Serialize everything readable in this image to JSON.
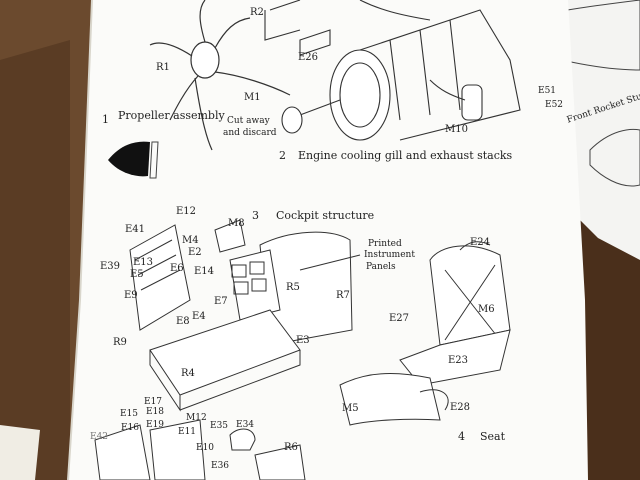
{
  "page_left": {
    "step1": {
      "number": "1",
      "caption": "Propeller assembly",
      "parts": [
        "R1",
        "M1"
      ]
    },
    "step2": {
      "number": "2",
      "caption": "Engine cooling gill and exhaust stacks",
      "note_line1": "Cut away",
      "note_line2": "and discard",
      "parts": [
        "R2",
        "E26",
        "M10"
      ]
    },
    "step3": {
      "number": "3",
      "caption": "Cockpit structure",
      "panel_note_line1": "Printed",
      "panel_note_line2": "Instrument",
      "panel_note_line3": "Panels",
      "parts": [
        "E12",
        "M8",
        "E41",
        "M4",
        "E2",
        "E39",
        "E13",
        "E6",
        "E5",
        "E14",
        "E9",
        "E7",
        "R5",
        "E8",
        "E4",
        "R7",
        "E3",
        "R9",
        "R4"
      ]
    },
    "step4": {
      "number": "4",
      "caption": "Seat",
      "parts": [
        "E24",
        "M6",
        "E27",
        "E23",
        "M5",
        "E28"
      ]
    },
    "step5_parts": [
      "E17",
      "M12",
      "E15",
      "E18",
      "E35",
      "E34",
      "E16",
      "E19",
      "E11",
      "E42",
      "E10",
      "R6",
      "E36"
    ]
  },
  "page_right": {
    "parts": [
      "E51",
      "E52"
    ],
    "caption": "Front Rocket Stub"
  }
}
